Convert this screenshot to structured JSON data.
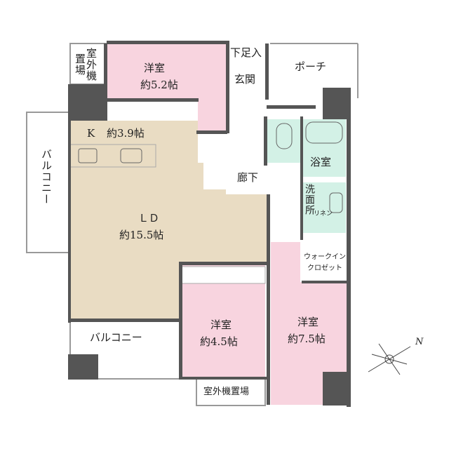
{
  "colors": {
    "western_room": "#f8d4df",
    "ldk": "#e9dcc3",
    "wet_area": "#d3f1e6",
    "wall": "#555555",
    "outline": "#9a9a9a"
  },
  "rooms": {
    "outdoor_unit_top": {
      "col1": "室外機",
      "col2": "置場"
    },
    "western_1": {
      "name": "洋室",
      "size": "約5.2帖"
    },
    "shoe_storage": {
      "name": "下足入"
    },
    "entrance": {
      "name": "玄関"
    },
    "porch": {
      "name": "ポーチ"
    },
    "kitchen": {
      "name": "K",
      "size": "約3.9帖"
    },
    "balcony_left": {
      "name": "バルコニー"
    },
    "hallway": {
      "name": "廊下"
    },
    "bathroom": {
      "name": "浴室"
    },
    "washroom": {
      "name": "洗面所",
      "linen": "リネン"
    },
    "ld": {
      "name": "ＬＤ",
      "size": "約15.5帖"
    },
    "walk_in_closet": {
      "line1": "ウォークイン",
      "line2": "クロゼット"
    },
    "western_2": {
      "name": "洋室",
      "size": "約4.5帖"
    },
    "western_3": {
      "name": "洋室",
      "size": "約7.5帖"
    },
    "balcony_bottom": {
      "name": "バルコニー"
    },
    "outdoor_unit_bottom": {
      "name": "室外機置場"
    }
  },
  "compass": {
    "label": "N",
    "icon": "compass-rose-icon"
  }
}
